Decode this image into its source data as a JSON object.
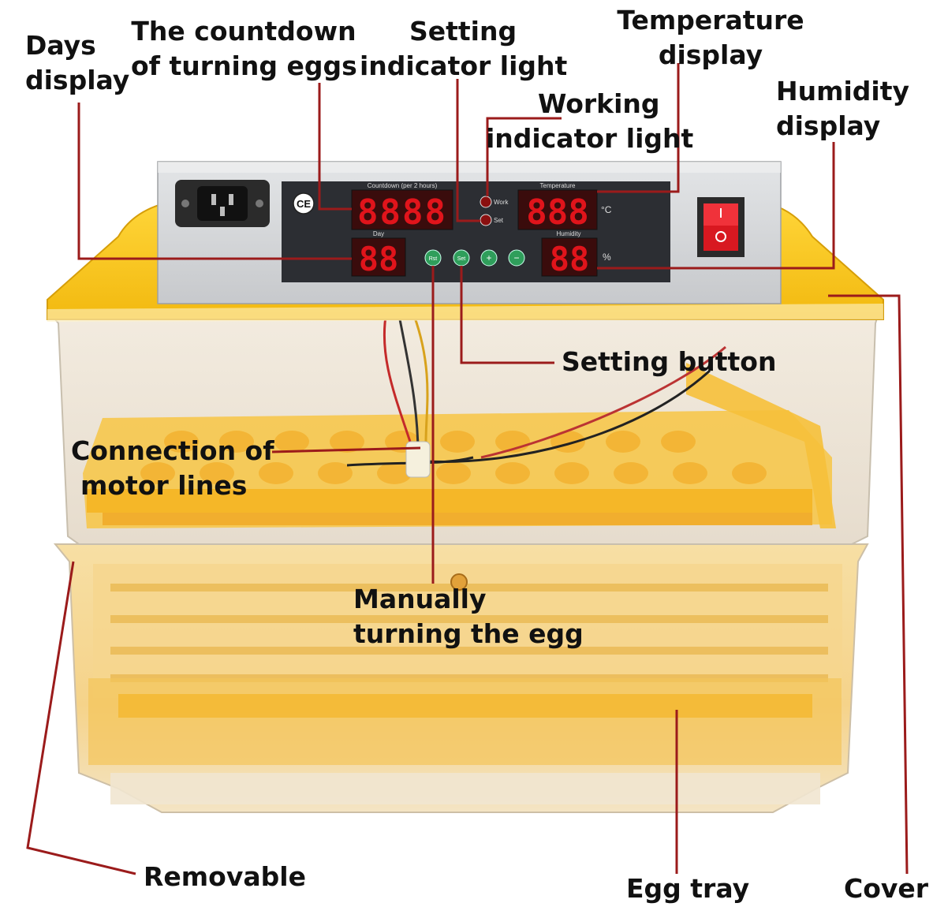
{
  "callouts": {
    "days_display": [
      "Days",
      "display"
    ],
    "countdown": [
      "The countdown",
      "of turning eggs"
    ],
    "setting_light": [
      "Setting",
      "indicator light"
    ],
    "temperature_display": [
      "Temperature",
      "display"
    ],
    "working_light": [
      "Working",
      "indicator light"
    ],
    "humidity_display": [
      "Humidity",
      "display"
    ],
    "setting_button": [
      "Setting button"
    ],
    "motor_lines": [
      "Connection of",
      "motor lines"
    ],
    "manual_turning": [
      "Manually",
      "turning the egg"
    ],
    "removable": [
      "Removable"
    ],
    "egg_tray": [
      "Egg tray"
    ],
    "cover": [
      "Cover"
    ]
  },
  "panel": {
    "countdown_label": "Countdown (per 2 hours)",
    "countdown_digits": "8888",
    "day_label": "Day",
    "day_digits": "88",
    "temperature_label": "Temperature",
    "temperature_digits": "888",
    "temperature_unit": "°C",
    "humidity_label": "Humidity",
    "humidity_digits": "88",
    "humidity_unit": "%",
    "work_label": "Work",
    "set_label": "Set",
    "ce_mark": "CE",
    "buttons": [
      "Rst",
      "Set",
      "+",
      "−"
    ]
  },
  "colors": {
    "leader_line": "#9b1b1b",
    "yellow": "#f6c21c",
    "led_red": "#e0141b",
    "button_green": "#2f9e5b",
    "panel_grey": "#d6d8da"
  }
}
